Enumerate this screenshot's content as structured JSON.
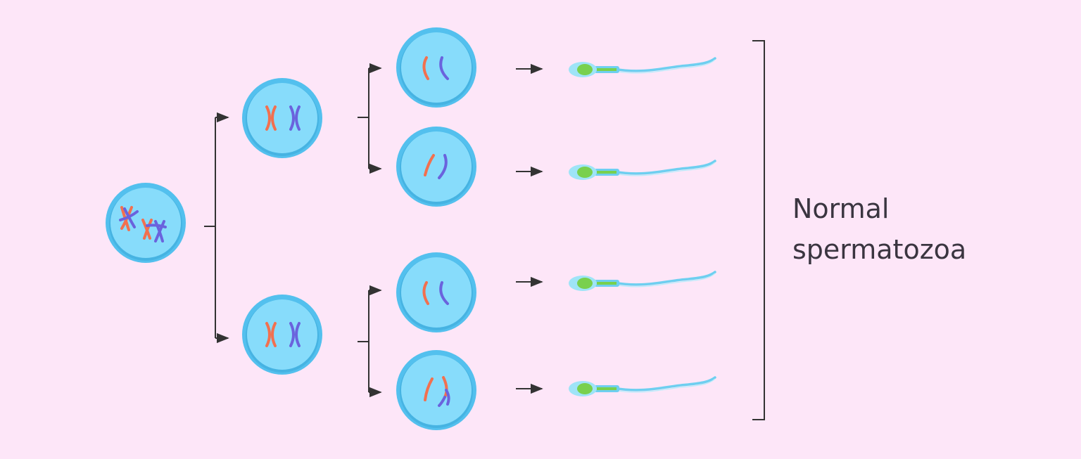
{
  "caption": {
    "line1": "Normal",
    "line2": "spermatozoa"
  },
  "colors": {
    "background": "#fde6f8",
    "cell_fill": "#87dcfb",
    "cell_ring": "#53c0ee",
    "cell_shadow": "#46b3e2",
    "chromosome_red": "#f2704f",
    "chromosome_blue": "#6a63dd",
    "connector": "#333333",
    "sperm_head": "#9ee4f7",
    "sperm_nucleus": "#79d04e",
    "sperm_tail": "#6ecff0"
  },
  "stages": {
    "primary_spermatocyte_count": 1,
    "secondary_spermatocyte_count": 2,
    "spermatid_count": 4,
    "spermatozoa_count": 4
  }
}
